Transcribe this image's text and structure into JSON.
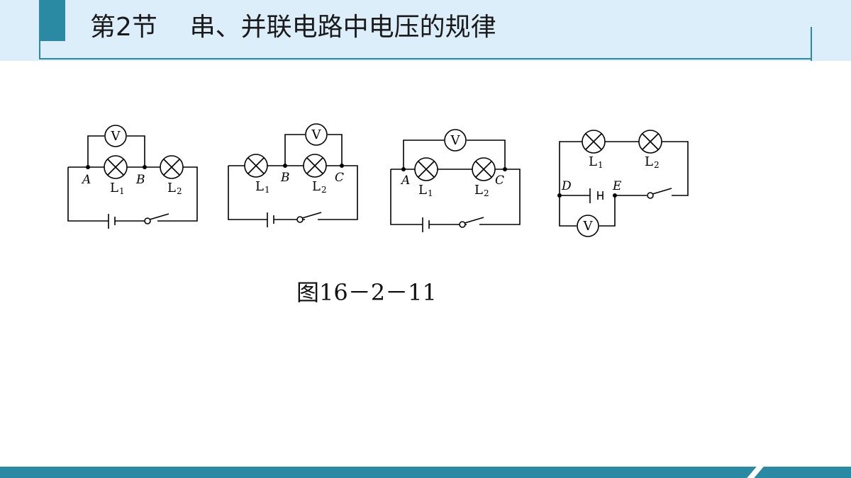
{
  "header": {
    "title": "第2节    串、并联电路中电压的规律"
  },
  "figure": {
    "caption": "图16－2－11",
    "meter_symbol": "V",
    "lamp1": {
      "letter": "L",
      "subscript": "1"
    },
    "lamp2": {
      "letter": "L",
      "subscript": "2"
    },
    "points": [
      "A",
      "B",
      "C",
      "D",
      "E"
    ]
  },
  "colors": {
    "accent": "#2a8aa3",
    "header_bg": "#dbeefa"
  }
}
